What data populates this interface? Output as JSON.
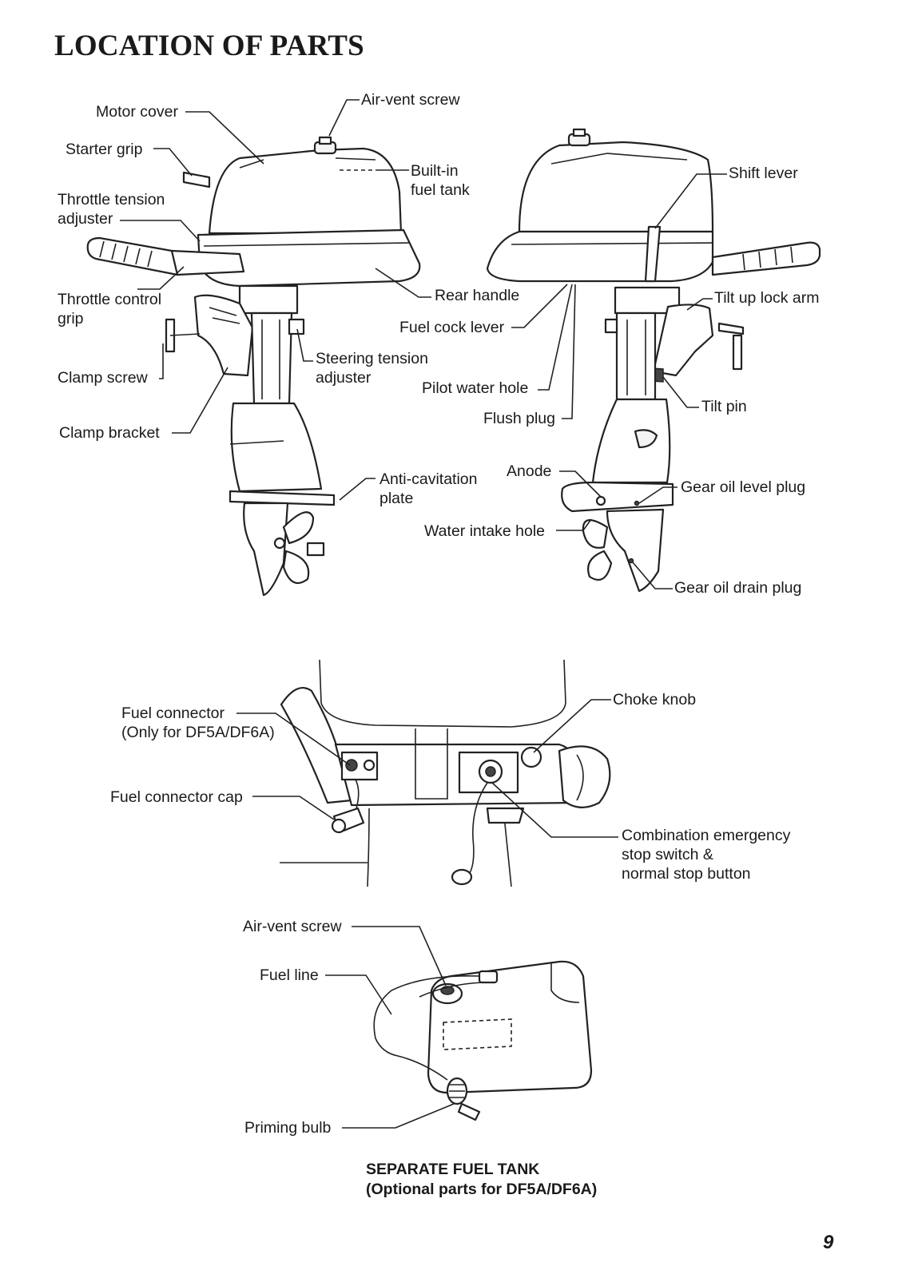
{
  "page": {
    "title": "LOCATION OF PARTS",
    "page_number": "9"
  },
  "engine_left_labels": {
    "motor_cover": "Motor cover",
    "air_vent_screw": "Air-vent screw",
    "starter_grip": "Starter grip",
    "built_in_fuel_tank": "Built-in\nfuel tank",
    "throttle_tension_adjuster": "Throttle tension\nadjuster",
    "throttle_control_grip": "Throttle control\ngrip",
    "rear_handle": "Rear handle",
    "fuel_cock_lever": "Fuel cock lever",
    "steering_tension_adjuster": "Steering tension\nadjuster",
    "clamp_screw": "Clamp screw",
    "pilot_water_hole": "Pilot water hole",
    "flush_plug": "Flush plug",
    "clamp_bracket": "Clamp bracket",
    "anti_cavitation_plate": "Anti-cavitation\nplate",
    "water_intake_hole": "Water intake hole"
  },
  "engine_right_labels": {
    "shift_lever": "Shift lever",
    "tilt_up_lock_arm": "Tilt up lock arm",
    "tilt_pin": "Tilt pin",
    "anode": "Anode",
    "gear_oil_level_plug": "Gear oil level plug",
    "gear_oil_drain_plug": "Gear oil drain plug"
  },
  "front_panel_labels": {
    "fuel_connector": "Fuel connector\n(Only for DF5A/DF6A)",
    "choke_knob": "Choke knob",
    "fuel_connector_cap": "Fuel connector cap",
    "combination_stop": "Combination emergency\nstop switch &\nnormal stop button"
  },
  "fuel_tank_labels": {
    "air_vent_screw": "Air-vent screw",
    "fuel_line": "Fuel line",
    "priming_bulb": "Priming bulb",
    "caption": "SEPARATE FUEL TANK\n(Optional parts for DF5A/DF6A)"
  },
  "icons": [
    "outboard-motor-left-drawing",
    "outboard-motor-right-drawing",
    "control-panel-drawing",
    "fuel-tank-drawing"
  ]
}
